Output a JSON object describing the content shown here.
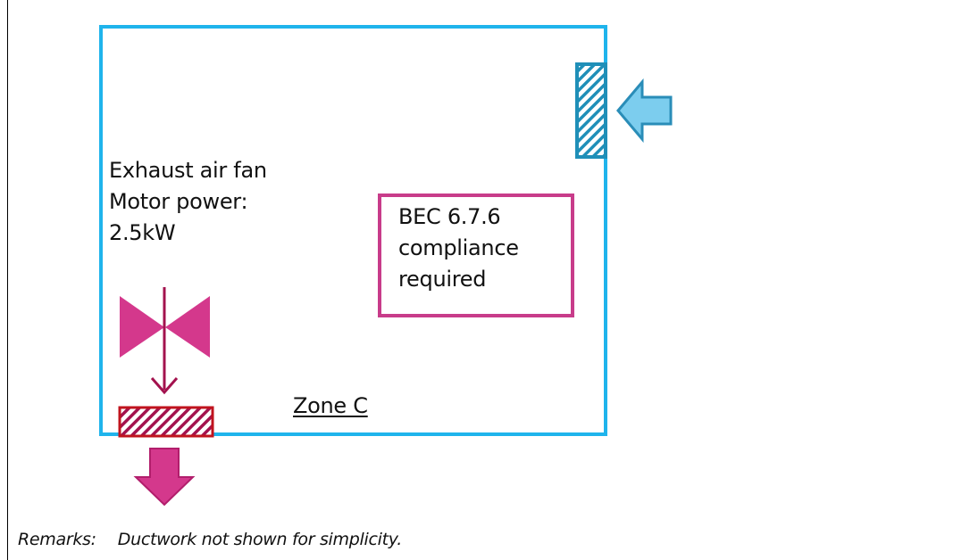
{
  "fan": {
    "name": "Exhaust air fan",
    "power_label": "Motor power:",
    "power_value": "2.5kW"
  },
  "compliance": {
    "line1": "BEC 6.7.6",
    "line2": "compliance",
    "line3": "required"
  },
  "zone": {
    "label": "Zone C"
  },
  "remarks": {
    "label": "Remarks:",
    "text": "Ductwork not shown for simplicity."
  },
  "colors": {
    "zone_outline": "#1FB4EC",
    "supply_louvre": "#1F8FB8",
    "supply_arrow": "#7CCDEE",
    "fan_symbol": "#D4388C",
    "exhaust_louvre": "#C0141E",
    "exhaust_arrow": "#D4388C",
    "compliance_box": "#C83C8A"
  }
}
